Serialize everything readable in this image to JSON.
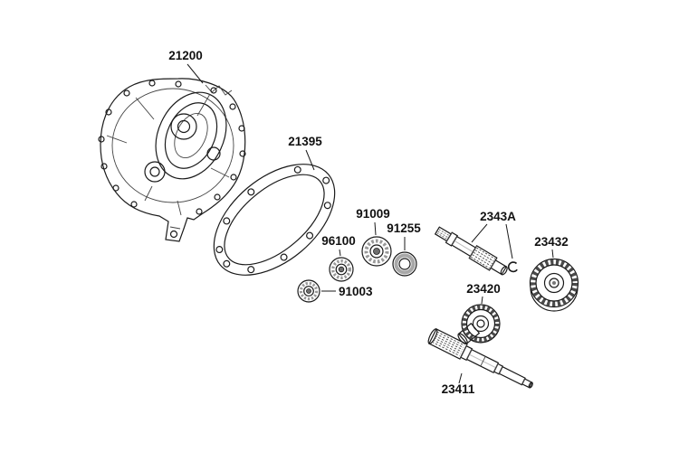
{
  "diagram": {
    "background": "#ffffff",
    "line_color": "#1a1a1a",
    "label_color": "#111111",
    "labels": {
      "case_cover": "21200",
      "gasket": "21395",
      "bearing_upper": "91009",
      "oil_seal": "91255",
      "bearing_middle": "96100",
      "bearing_lower": "91003",
      "output_shaft": "2343A",
      "final_gear": "23432",
      "counter_gear": "23420",
      "drive_shaft": "23411"
    }
  }
}
